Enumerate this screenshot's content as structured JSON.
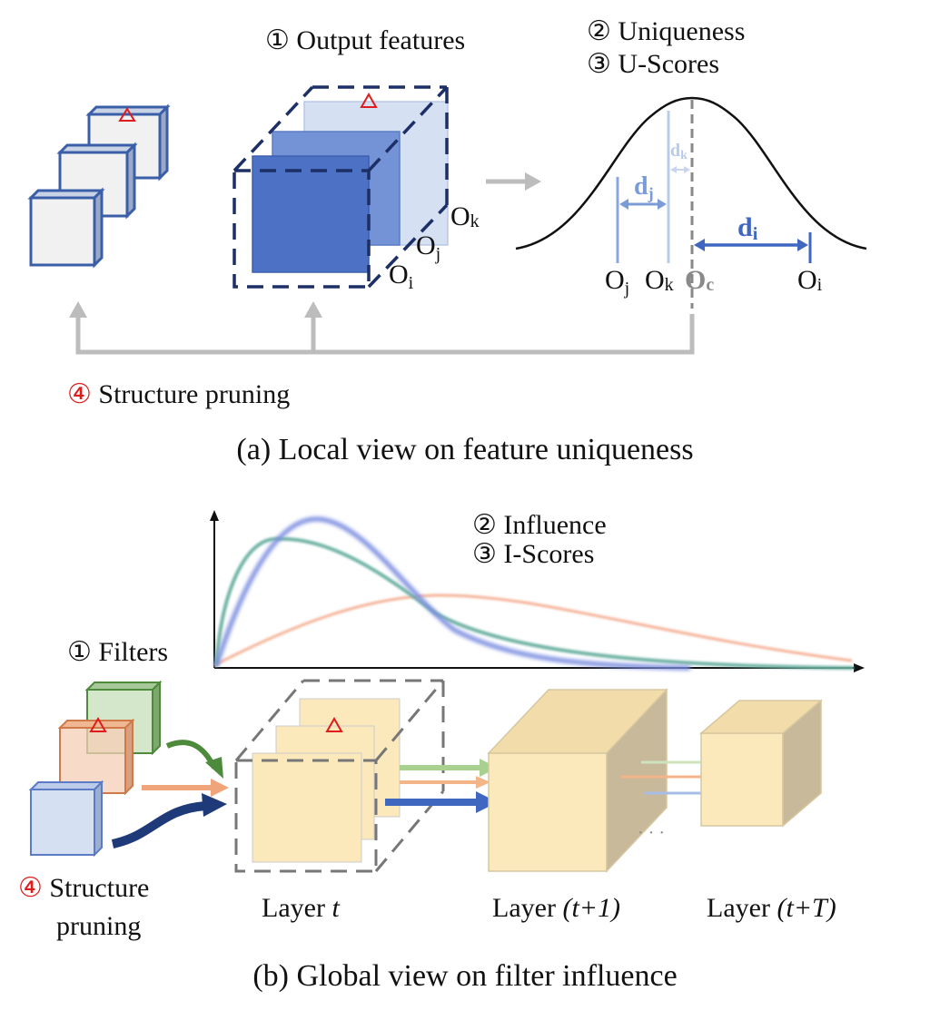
{
  "panel_a": {
    "step1": {
      "num": "①",
      "text": "Output features"
    },
    "step2": {
      "num": "②",
      "text": "Uniqueness"
    },
    "step3": {
      "num": "③",
      "text": "U-Scores"
    },
    "step4": {
      "num": "④",
      "text": "Structure pruning"
    },
    "feature_labels": {
      "k": "O",
      "k_sub": "k",
      "j": "O",
      "j_sub": "j",
      "i": "O",
      "i_sub": "i"
    },
    "axis_labels": {
      "j": "O",
      "j_sub": "j",
      "k": "O",
      "k_sub": "k",
      "c": "O",
      "c_sub": "c",
      "i": "O",
      "i_sub": "i"
    },
    "distances": {
      "k": "d",
      "k_sub": "k",
      "j": "d",
      "j_sub": "j",
      "i": "d",
      "i_sub": "i"
    },
    "caption": "(a) Local view on feature uniqueness"
  },
  "panel_b": {
    "step1": {
      "num": "①",
      "text": "Filters"
    },
    "step2": {
      "num": "②",
      "text": "Influence"
    },
    "step3": {
      "num": "③",
      "text": "I-Scores"
    },
    "step4": {
      "num": "④",
      "line1": "Structure",
      "line2": "pruning"
    },
    "layer_t": {
      "prefix": "Layer ",
      "var": "t"
    },
    "layer_t1": {
      "prefix": "Layer ",
      "var": "(t+1)"
    },
    "layer_tT": {
      "prefix": "Layer ",
      "var": "(t+T)"
    },
    "ellipsis": "· · ·",
    "caption": "(b) Global view on filter influence"
  },
  "colors": {
    "blue_dark": "#1f3a78",
    "blue_mid": "#4a74c8",
    "blue_light": "#8aa8de",
    "green": "#4e8a3c",
    "orange": "#f0a47a",
    "gray": "#b8b8b8",
    "cream": "#fbe9bb",
    "red": "#e01b1b"
  }
}
